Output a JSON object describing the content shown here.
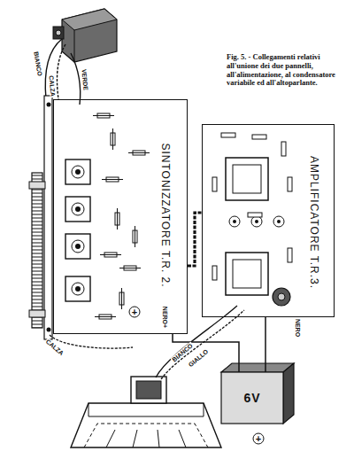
{
  "diagram": {
    "caption": "Fig. 5. - Collegamenti relativi all'unione dei due pannelli, all'alimentazione, al condensatore variabile ed all'altoparlante.",
    "nodes": [
      {
        "text": [
          "SINTONIZZATORE T.R. 2."
        ]
      },
      {
        "text": [
          "AMPLIFICATORE T.R.3."
        ]
      },
      {
        "text": [
          "6V"
        ]
      }
    ],
    "edges": [
      {
        "from": 0,
        "to": 1,
        "arrow": "none"
      },
      {
        "from": 1,
        "to": 2,
        "arrow": "none"
      },
      {
        "from": 2,
        "to": 0,
        "arrow": "none"
      }
    ],
    "labels": [
      "BIANCO",
      "CALZA",
      "VERDE",
      "CALZA",
      "NERO+",
      "+",
      "NERO",
      "BIANCO",
      "GIALLO",
      "+"
    ]
  }
}
